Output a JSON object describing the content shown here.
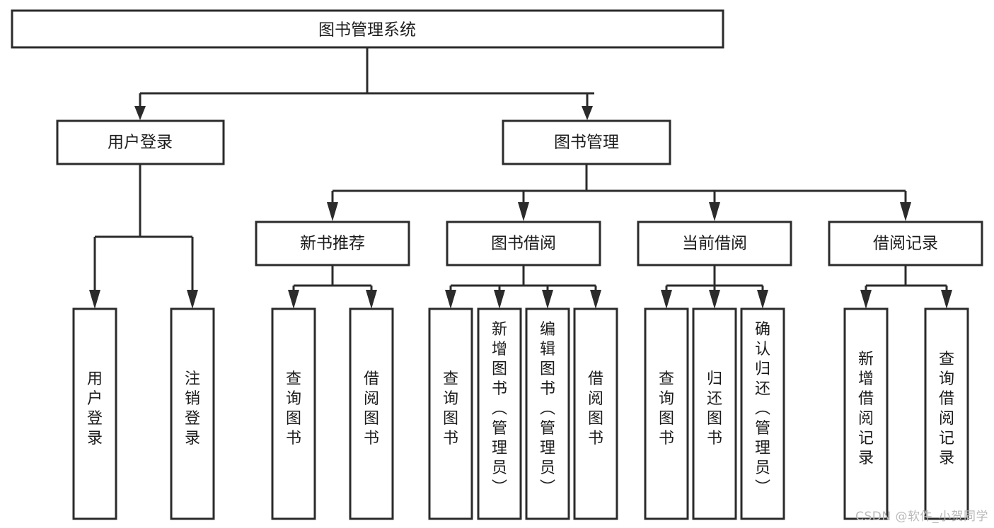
{
  "diagram": {
    "type": "tree",
    "title": "图书管理系统",
    "root": {
      "id": "root",
      "label": "图书管理系统"
    },
    "level2": [
      {
        "id": "user-login",
        "label": "用户登录"
      },
      {
        "id": "book-manage",
        "label": "图书管理"
      }
    ],
    "level3": [
      {
        "id": "new-book-rec",
        "label": "新书推荐",
        "parent": "book-manage"
      },
      {
        "id": "book-borrow",
        "label": "图书借阅",
        "parent": "book-manage"
      },
      {
        "id": "current-borrow",
        "label": "当前借阅",
        "parent": "book-manage"
      },
      {
        "id": "borrow-record",
        "label": "借阅记录",
        "parent": "book-manage"
      }
    ],
    "leaves": [
      {
        "id": "leaf-user-login",
        "label": "用户登录",
        "parent": "user-login"
      },
      {
        "id": "leaf-logout",
        "label": "注销登录",
        "parent": "user-login"
      },
      {
        "id": "leaf-query-book-1",
        "label": "查询图书",
        "parent": "new-book-rec"
      },
      {
        "id": "leaf-borrow-book-1",
        "label": "借阅图书",
        "parent": "new-book-rec"
      },
      {
        "id": "leaf-query-book-2",
        "label": "查询图书",
        "parent": "book-borrow"
      },
      {
        "id": "leaf-add-book",
        "label": "新增图书（管理员）",
        "parent": "book-borrow"
      },
      {
        "id": "leaf-edit-book",
        "label": "编辑图书（管理员）",
        "parent": "book-borrow"
      },
      {
        "id": "leaf-borrow-book-2",
        "label": "借阅图书",
        "parent": "book-borrow"
      },
      {
        "id": "leaf-query-book-3",
        "label": "查询图书",
        "parent": "current-borrow"
      },
      {
        "id": "leaf-return-book",
        "label": "归还图书",
        "parent": "current-borrow"
      },
      {
        "id": "leaf-confirm-return",
        "label": "确认归还（管理员）",
        "parent": "current-borrow"
      },
      {
        "id": "leaf-add-record",
        "label": "新增借阅记录",
        "parent": "borrow-record"
      },
      {
        "id": "leaf-query-record",
        "label": "查询借阅记录",
        "parent": "borrow-record"
      }
    ],
    "colors": {
      "box_stroke": "#2b2b2b",
      "box_fill": "#ffffff",
      "text": "#1c1c1c",
      "background": "#ffffff",
      "watermark": "#b9b9b9"
    }
  },
  "watermark": {
    "text": "CSDN @软件_小贺同学"
  }
}
